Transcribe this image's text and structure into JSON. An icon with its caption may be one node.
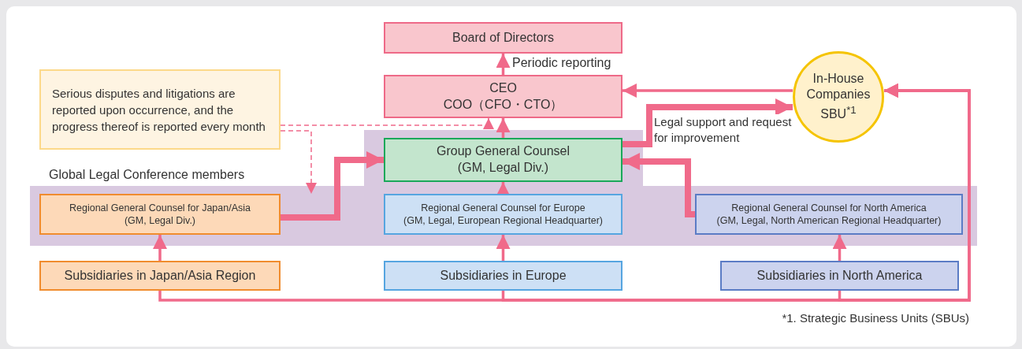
{
  "diagram": {
    "nodes": [
      {
        "text": [
          "Board of Directors"
        ]
      },
      {
        "text": [
          "CEO",
          "COO（CFO・CTO）"
        ]
      },
      {
        "text": [
          "In-House Companies SBU$^{*1}$"
        ]
      },
      {
        "text": [
          "Serious disputes and litigations are reported upon occurrence, and the progress thereof is reported every month"
        ]
      },
      {
        "text": [
          "Global Legal Conference members"
        ]
      },
      {
        "text": [
          "Group General Counsel",
          "(GM, Legal Div.)"
        ],
        "in": 4
      },
      {
        "text": [
          "Regional General Counsel for Japan/Asia",
          "(GM, Legal Div.)"
        ],
        "in": 4
      },
      {
        "text": [
          "Regional General Counsel for Europe",
          "(GM, Legal, European Regional Headquarter)"
        ],
        "in": 4
      },
      {
        "text": [
          "Regional General Counsel for North America",
          "(GM, Legal, North American Regional Headquarter)"
        ],
        "in": 4
      },
      {
        "text": [
          "Subsidiaries in Japan/Asia Region"
        ]
      },
      {
        "text": [
          "Subsidiaries in Europe"
        ]
      },
      {
        "text": [
          "Subsidiaries in North America"
        ]
      }
    ],
    "edges": [
      {
        "from": 1,
        "to": 0,
        "arrow": "to",
        "label": "Periodic reporting"
      },
      {
        "from": 5,
        "to": 1,
        "arrow": "to"
      },
      {
        "from": 2,
        "to": 1,
        "arrow": "to"
      },
      {
        "from": 5,
        "to": 2,
        "arrow": "to",
        "style": "thick",
        "label": "Legal support and request for improvement"
      },
      {
        "from": 6,
        "to": 5,
        "arrow": "to",
        "style": "thick"
      },
      {
        "from": 7,
        "to": 5,
        "arrow": "to"
      },
      {
        "from": 8,
        "to": 5,
        "arrow": "to",
        "style": "thick"
      },
      {
        "from": 9,
        "to": 6,
        "arrow": "to"
      },
      {
        "from": 10,
        "to": 7,
        "arrow": "to"
      },
      {
        "from": 11,
        "to": 8,
        "arrow": "to"
      },
      {
        "from": 9,
        "to": 2,
        "arrow": "to"
      },
      {
        "from": 10,
        "to": 2,
        "arrow": "to"
      },
      {
        "from": 11,
        "to": 2,
        "arrow": "to"
      },
      {
        "from": 3,
        "to": 1,
        "arrow": "to",
        "style": "dashed"
      },
      {
        "from": 3,
        "to": 6,
        "arrow": "to",
        "style": "dashed"
      }
    ],
    "labels": [
      "*1. Strategic Business Units (SBUs)"
    ]
  }
}
